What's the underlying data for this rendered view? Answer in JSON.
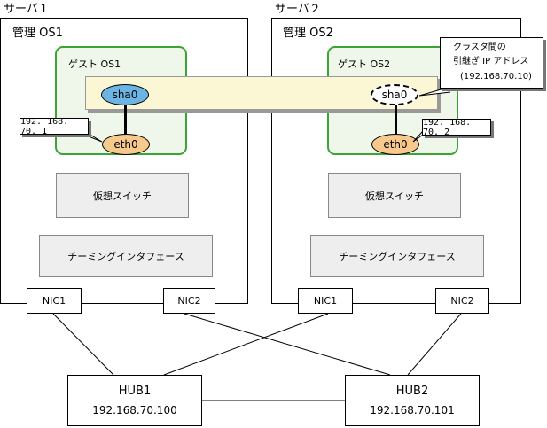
{
  "server1": {
    "label": "サーバ１",
    "os_label": "管理 OS1",
    "guest_label": "ゲスト OS1"
  },
  "server2": {
    "label": "サーバ２",
    "os_label": "管理 OS2",
    "guest_label": "ゲスト OS2"
  },
  "sha_left": "sha0",
  "sha_right": "sha0",
  "eth0_left": "eth0",
  "eth0_right": "eth0",
  "ip_left": "192. 168. 70. 1",
  "ip_right": "192. 168. 70. 2",
  "vswitch": "仮想スイッチ",
  "teaming": "チーミングインタフェース",
  "nic1": "NIC1",
  "nic2": "NIC2",
  "callout": {
    "line1": "クラスタ間の",
    "line2": "引継ぎ IP アドレス",
    "line3": "(192.168.70.10)"
  },
  "hub1": {
    "name": "HUB1",
    "ip": "192.168.70.100"
  },
  "hub2": {
    "name": "HUB2",
    "ip": "192.168.70.101"
  },
  "colors": {
    "guest_border": "#3aa535",
    "guest_fill": "#eef7ea",
    "sha_fill": "#6cb4e4",
    "eth_fill": "#f7c98d",
    "band_fill": "#fbf7d4",
    "gray_fill": "#eeeeee"
  }
}
